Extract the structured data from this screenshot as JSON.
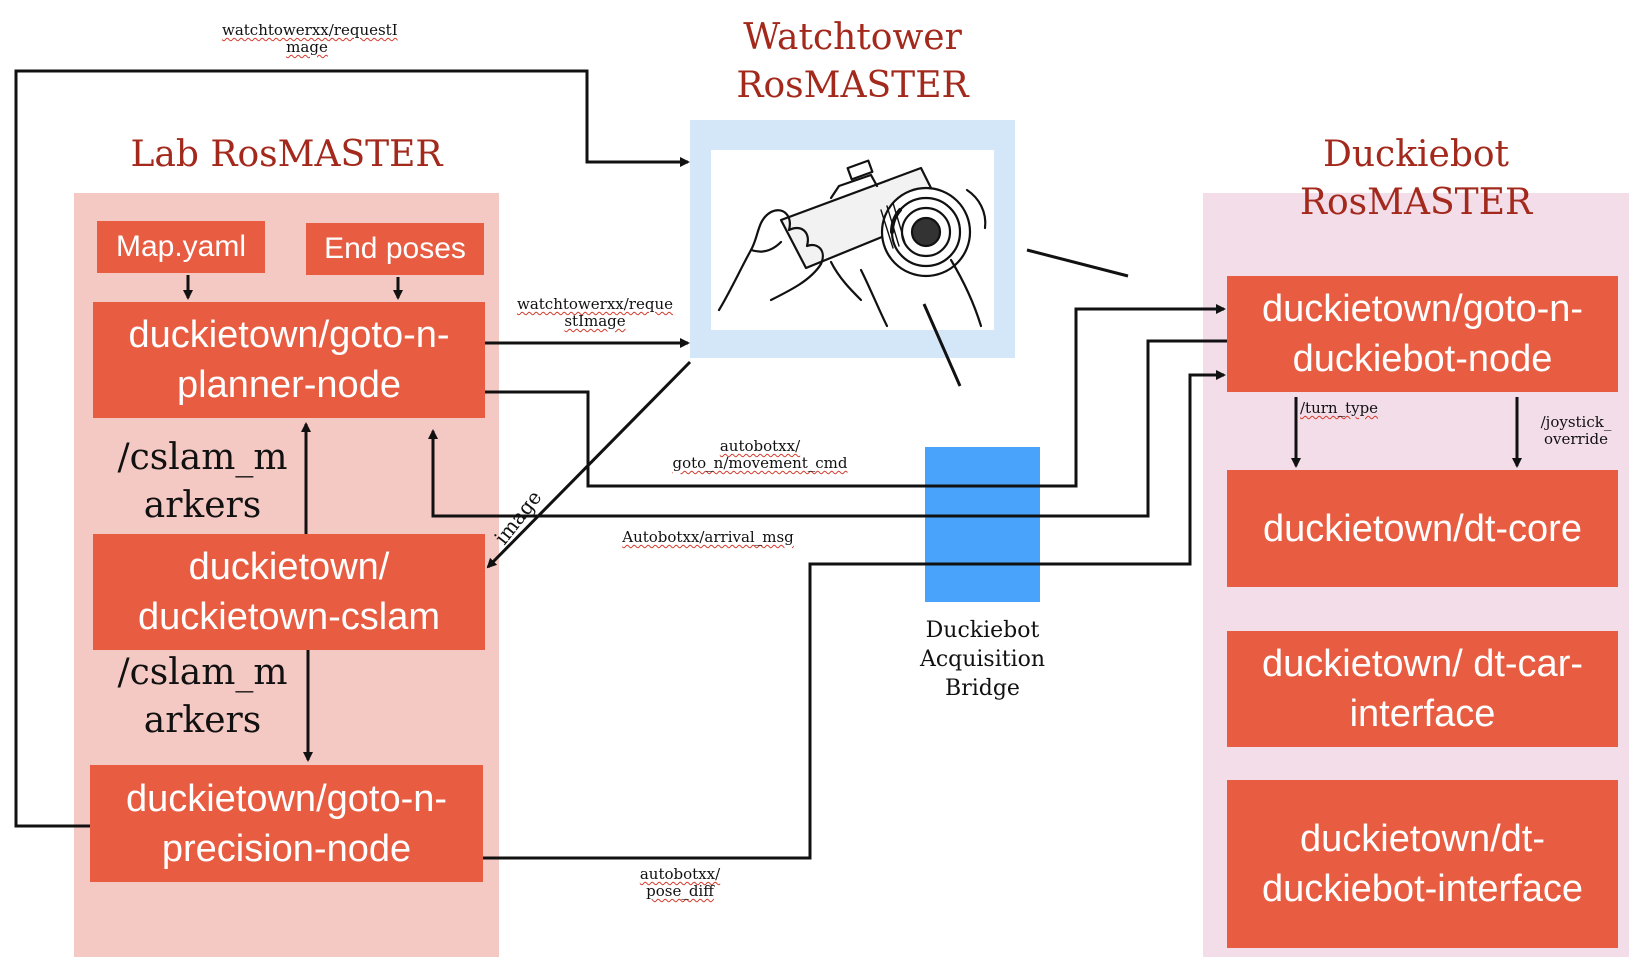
{
  "titles": {
    "lab": "Lab RosMASTER",
    "watchtower": "Watchtower\nRosMASTER",
    "duckiebot": "Duckiebot RosMASTER"
  },
  "lab_nodes": {
    "map_yaml": "Map.yaml",
    "end_poses": "End poses",
    "planner": "duckietown/goto-n-\nplanner-node",
    "cslam": "duckietown/\nduckietown-cslam",
    "precision": "duckietown/goto-n-\nprecision-node"
  },
  "duckiebot_nodes": {
    "goto_n": "duckietown/goto-n-\nduckiebot-node",
    "dt_core": "duckietown/dt-core",
    "dt_car": "duckietown/ dt-car-\ninterface",
    "dt_duckiebot": "duckietown/dt-\nduckiebot-interface"
  },
  "bridge": "Duckiebot\nAcquisition\nBridge",
  "topics": {
    "request_image_top": "watchtowerxx/requestI\nmage",
    "request_image_mid": "watchtowerxx/reque\nstImage",
    "image": "image",
    "movement_cmd": "autobotxx/\ngoto_n/movement_cmd",
    "arrival_msg": "Autobotxx/arrival_msg",
    "pose_diff": "autobotxx/\npose_diff",
    "turn_type": "/turn_type",
    "joystick_override": "/joystick_\noverride",
    "cslam_markers_upper": "/cslam_m\narkers",
    "cslam_markers_lower": "/cslam_m\narkers"
  },
  "colors": {
    "node_fill": "#e85c42",
    "lab_panel": "#f5c9c3",
    "duckiebot_panel": "#f3dde9",
    "watchtower_frame": "#d3e7f9",
    "bridge_fill": "#4aa3fa",
    "title_text": "#a3291c"
  },
  "icons": {
    "watchtower_image": "camera-icon"
  }
}
